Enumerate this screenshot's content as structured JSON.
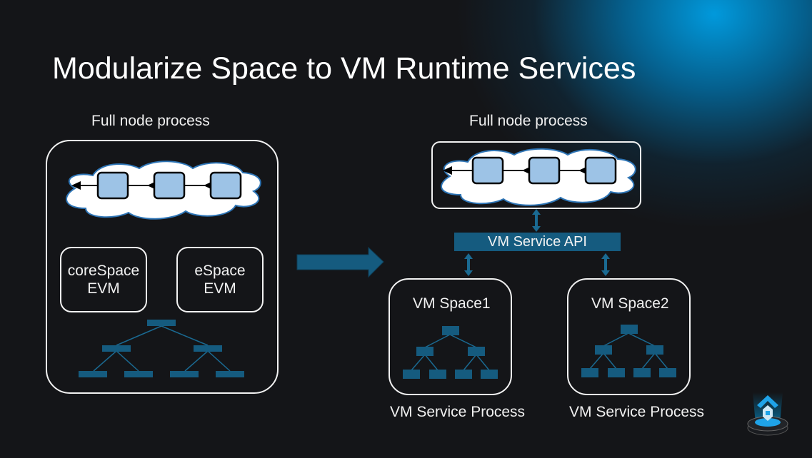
{
  "slide": {
    "title": "Modularize Space to VM Runtime Services"
  },
  "left_panel": {
    "caption": "Full node process",
    "chain_blocks": 3,
    "boxes": [
      {
        "line1": "coreSpace",
        "line2": "EVM"
      },
      {
        "line1": "eSpace",
        "line2": "EVM"
      }
    ],
    "state_tree_icon": "tree-icon"
  },
  "transition_arrow": {
    "icon": "right-arrow-icon"
  },
  "right_panel": {
    "caption": "Full node process",
    "chain_blocks": 3,
    "api_label": "VM Service API",
    "services": [
      {
        "title": "VM Space1",
        "caption": "VM Service Process"
      },
      {
        "title": "VM Space2",
        "caption": "VM Service Process"
      }
    ]
  },
  "logo": {
    "icon": "conflux-logo-icon"
  },
  "colors": {
    "background": "#141518",
    "glow": "#00a0e6",
    "accent": "#155b7f",
    "block_fill": "#9dc3e6",
    "white": "#f2f2f2"
  }
}
